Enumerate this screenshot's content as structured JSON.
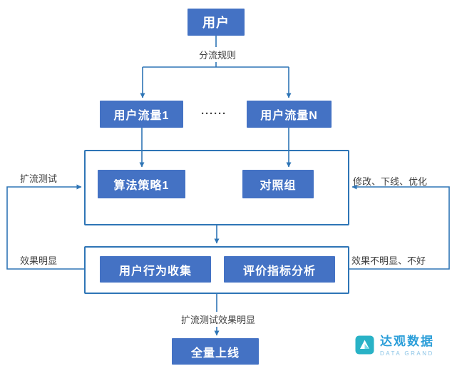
{
  "diagram": {
    "nodes": {
      "user": "用户",
      "traffic1": "用户流量1",
      "trafficN": "用户流量N",
      "strategy1": "算法策略1",
      "control": "对照组",
      "behavior": "用户行为收集",
      "metrics": "评价指标分析",
      "launch": "全量上线"
    },
    "labels": {
      "split_rule": "分流规则",
      "expand_test": "扩流测试",
      "modify": "修改、下线、优化",
      "effect_obvious": "效果明显",
      "effect_not_obvious": "效果不明显、不好",
      "expand_effect": "扩流测试效果明显",
      "ellipsis": "······"
    },
    "colors": {
      "node_fill": "#4472C4",
      "line": "#2E75B6",
      "node_text": "#ffffff",
      "label_text": "#3f3f3f"
    }
  },
  "logo": {
    "name": "达观数据",
    "subtitle": "DATA GRAND",
    "brand_color": "#2D9FD9",
    "icon_color": "#29B2C6"
  }
}
